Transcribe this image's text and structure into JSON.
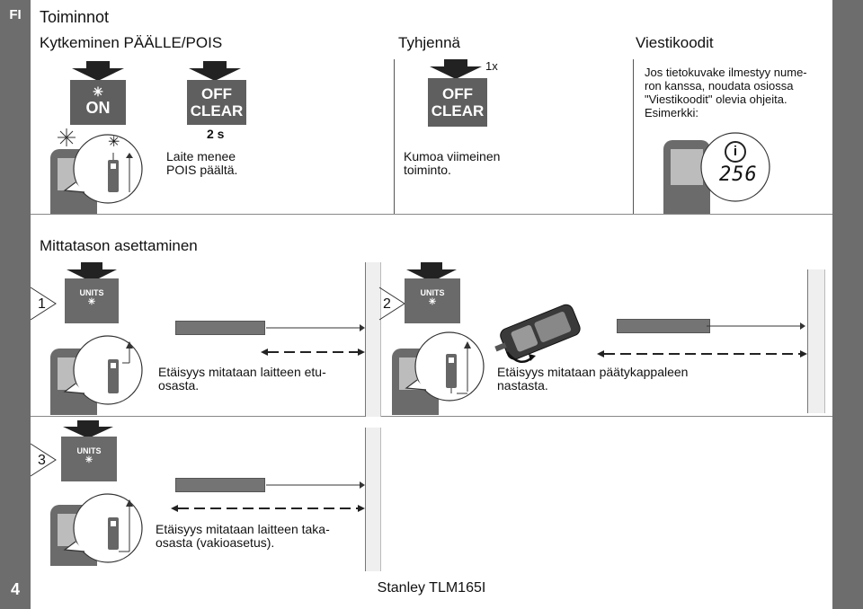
{
  "page": {
    "lang_tab": "FI",
    "title": "Toiminnot",
    "page_number": "4",
    "footer": "Stanley TLM165I",
    "accent_sidebar": "#6d6d6d"
  },
  "onoff": {
    "heading": "Kytkeminen PÄÄLLE/POIS",
    "key_on": "ON",
    "key_off_1": "OFF",
    "key_off_2": "CLEAR",
    "duration": "2 s",
    "desc": "Laite menee\nPOIS päältä."
  },
  "clear": {
    "heading": "Tyhjennä",
    "presses": "1x",
    "key_1": "OFF",
    "key_2": "CLEAR",
    "desc": "Kumoa viimeinen\ntoiminto."
  },
  "messages": {
    "heading": "Viestikoodit",
    "desc": "Jos tietokuvake ilmestyy nume-\nron kanssa, noudata osiossa\n\"Viestikoodit\" olevia ohjeita.\nEsimerkki:",
    "info_symbol": "i",
    "example_code": "256"
  },
  "reference": {
    "heading": "Mittatason asettaminen",
    "units_key": "UNITS",
    "steps": [
      {
        "num": "1",
        "desc": "Etäisyys mitataan laitteen etu-\nosasta."
      },
      {
        "num": "2",
        "desc": "Etäisyys mitataan päätykappaleen\nnastasta."
      },
      {
        "num": "3",
        "desc": "Etäisyys mitataan laitteen taka-\nosasta (vakioasetus)."
      }
    ]
  }
}
